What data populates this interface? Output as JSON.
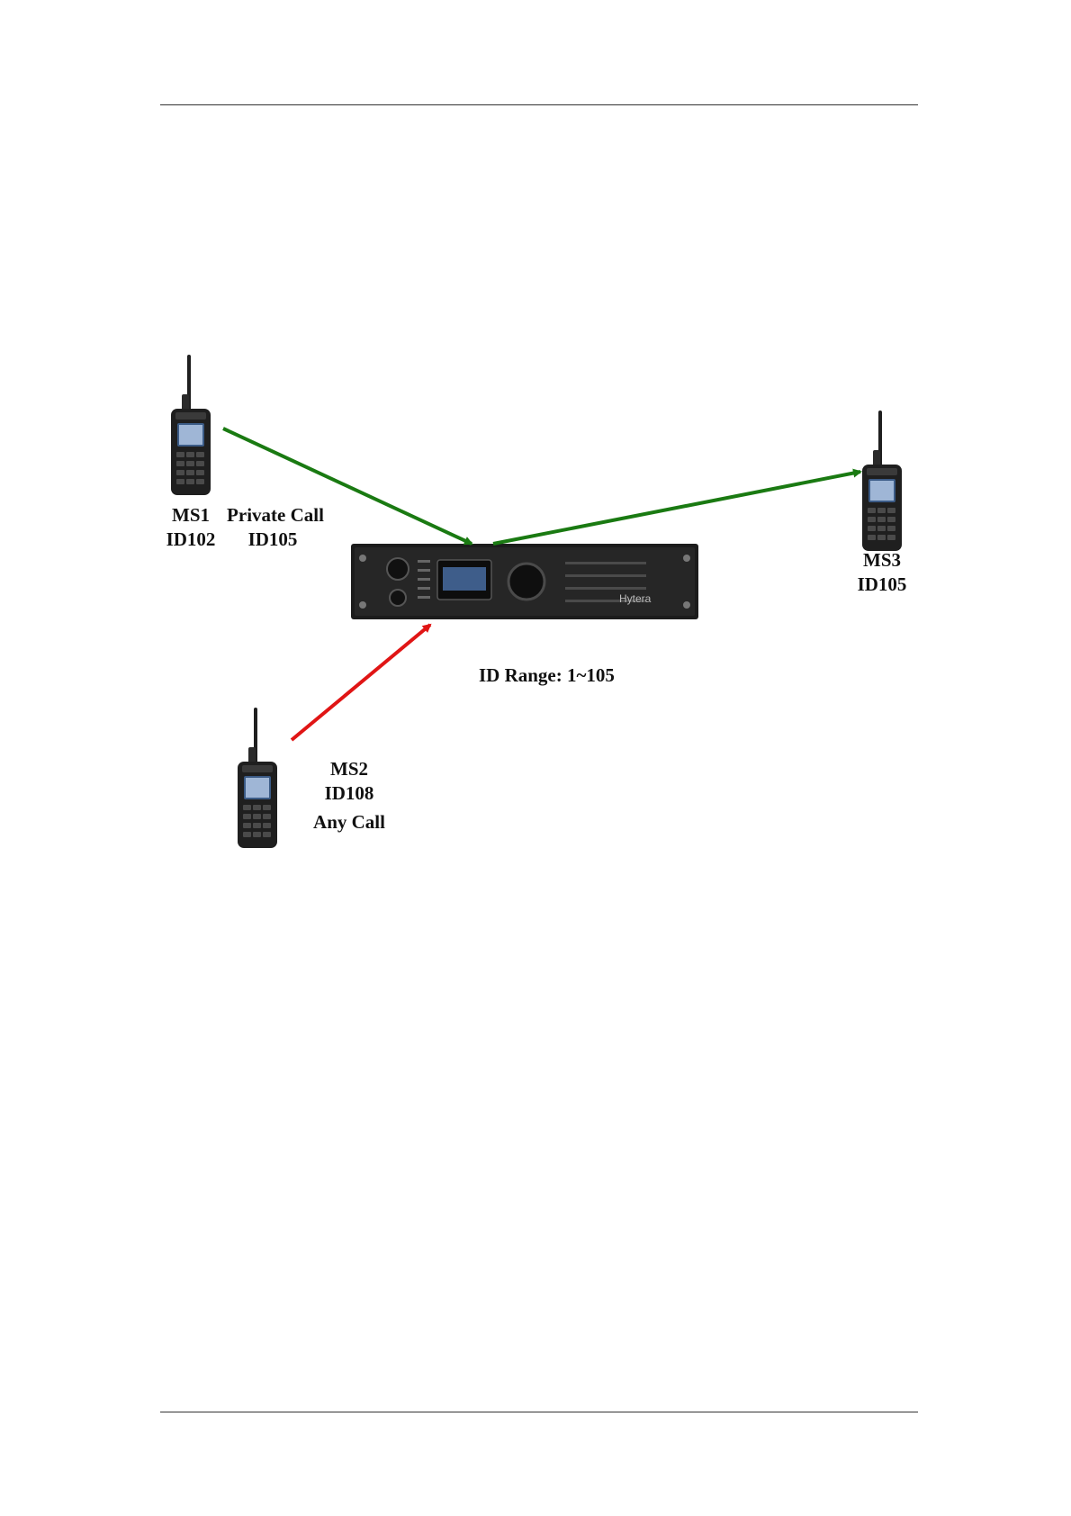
{
  "nodes": {
    "ms1": {
      "name": "MS1",
      "id": "ID102",
      "note": "Private Call",
      "target": "ID105"
    },
    "ms2": {
      "name": "MS2",
      "id": "ID108",
      "note": "Any Call"
    },
    "ms3": {
      "name": "MS3",
      "id": "ID105"
    },
    "repeater": {
      "brand": "Hytera",
      "range_label": "ID Range: 1~105"
    }
  },
  "links": [
    {
      "from": "MS1",
      "to": "Repeater",
      "color": "#1a7a12",
      "status": "allowed"
    },
    {
      "from": "Repeater",
      "to": "MS3",
      "color": "#1a7a12",
      "status": "allowed"
    },
    {
      "from": "MS2",
      "to": "Repeater",
      "color": "#e01515",
      "status": "rejected"
    }
  ],
  "colors": {
    "allowed": "#1a7a12",
    "rejected": "#e01515",
    "device": "#1f1f1f"
  }
}
